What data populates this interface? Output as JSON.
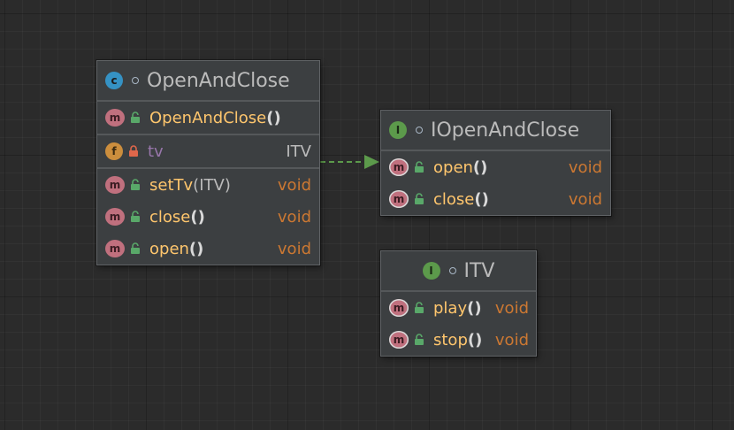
{
  "colors": {
    "canvas": "#2b2b2b",
    "node_bg": "#3c3f41",
    "method_name": "#ffc66d",
    "field_name": "#9876aa",
    "keyword_void": "#cc7832",
    "type": "#bbbbbb",
    "class_badge": "#3592c4",
    "interface_badge": "#5c9a4b",
    "method_badge": "#c0707e",
    "field_badge": "#cc8e3d",
    "realization_arrow": "#5c9a4b"
  },
  "nodes": {
    "open_and_close": {
      "kind": "class",
      "kind_letter": "c",
      "title": "OpenAndClose",
      "constructor": {
        "badge": "m",
        "name": "OpenAndClose",
        "paren": "()"
      },
      "field": {
        "badge": "f",
        "name": "tv",
        "type": "ITV"
      },
      "methods": [
        {
          "badge": "m",
          "name": "setTv",
          "paren_open": "(",
          "param": "ITV",
          "paren_close": ")",
          "return": "void"
        },
        {
          "badge": "m",
          "name": "close",
          "paren": "()",
          "return": "void"
        },
        {
          "badge": "m",
          "name": "open",
          "paren": "()",
          "return": "void"
        }
      ]
    },
    "i_open_and_close": {
      "kind": "interface",
      "kind_letter": "I",
      "title": "IOpenAndClose",
      "methods": [
        {
          "badge": "m",
          "name": "open",
          "paren": "()",
          "return": "void"
        },
        {
          "badge": "m",
          "name": "close",
          "paren": "()",
          "return": "void"
        }
      ]
    },
    "itv": {
      "kind": "interface",
      "kind_letter": "I",
      "title": "ITV",
      "methods": [
        {
          "badge": "m",
          "name": "play",
          "paren": "()",
          "return": "void"
        },
        {
          "badge": "m",
          "name": "stop",
          "paren": "()",
          "return": "void"
        }
      ]
    }
  },
  "edges": [
    {
      "from": "OpenAndClose",
      "to": "IOpenAndClose",
      "relation": "realization",
      "style": "dashed"
    }
  ]
}
